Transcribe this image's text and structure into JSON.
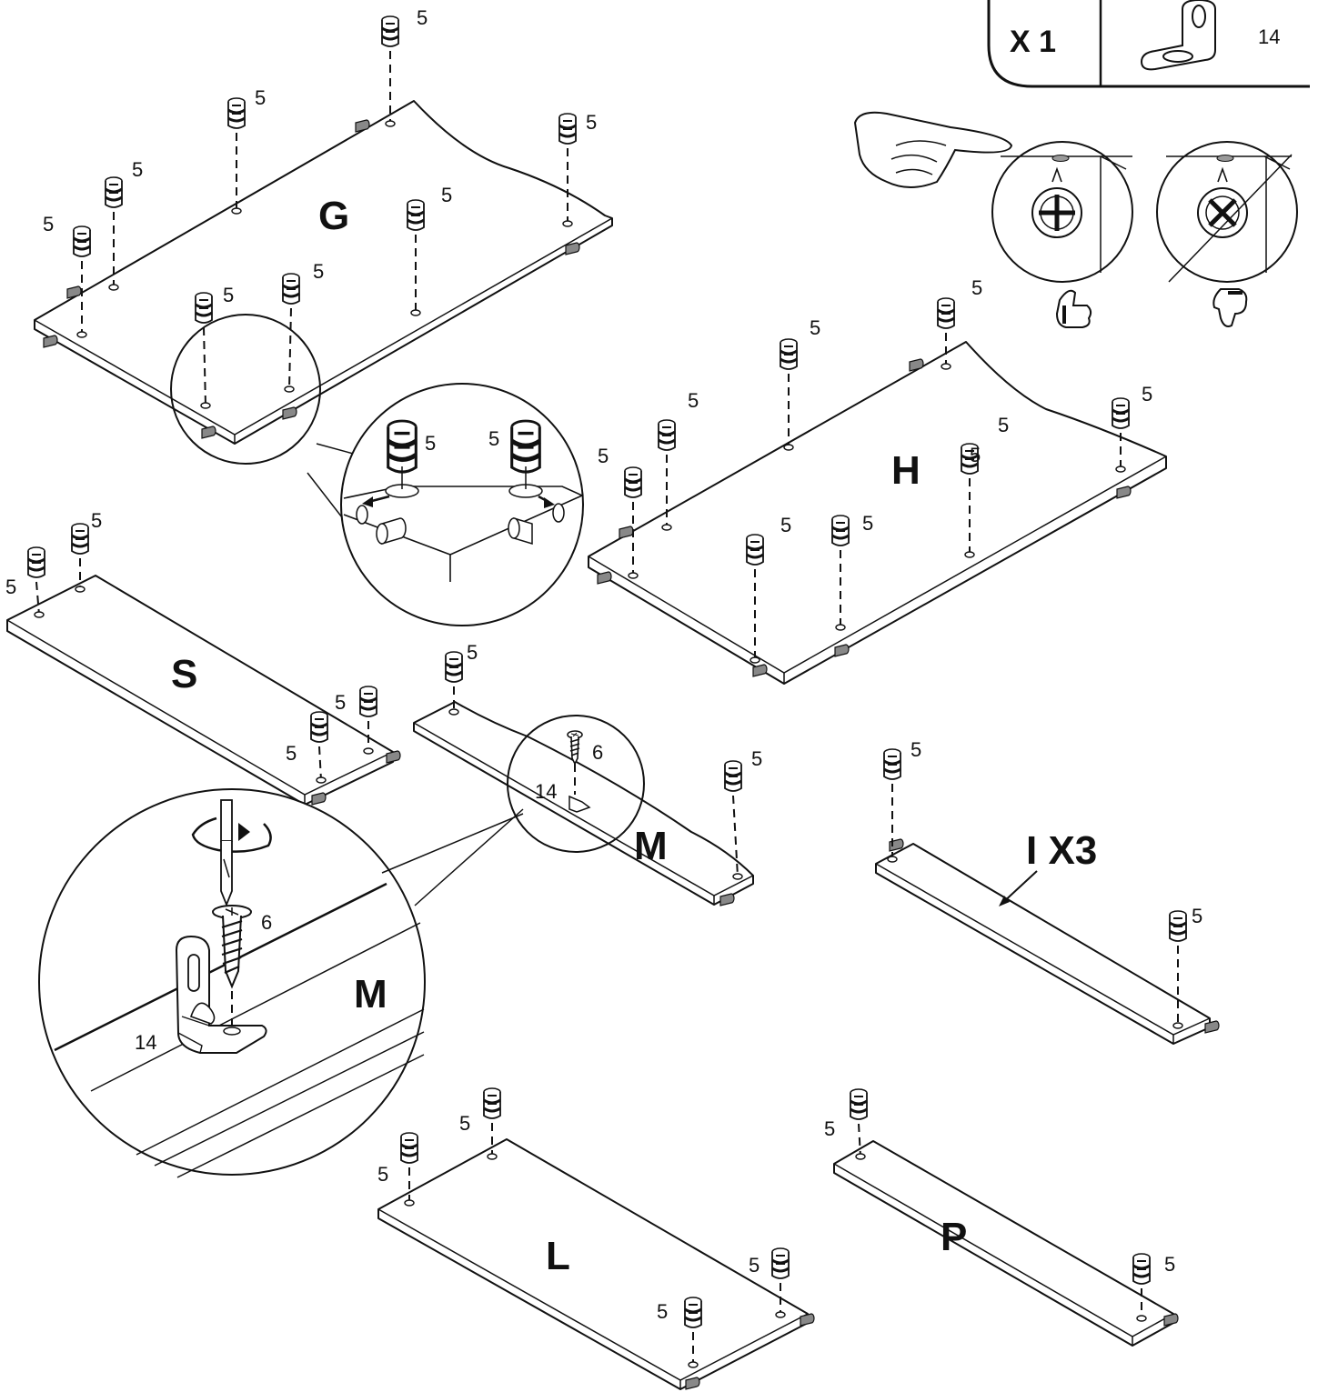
{
  "legend": {
    "quantity": "X 1",
    "part_number": "14"
  },
  "panels": {
    "G": "G",
    "H": "H",
    "S": "S",
    "M": "M",
    "I": "I X3",
    "L": "L",
    "P": "P"
  },
  "detail_M_label": "M",
  "cam_number": "5",
  "screw_number": "6",
  "bracket_number": "14"
}
